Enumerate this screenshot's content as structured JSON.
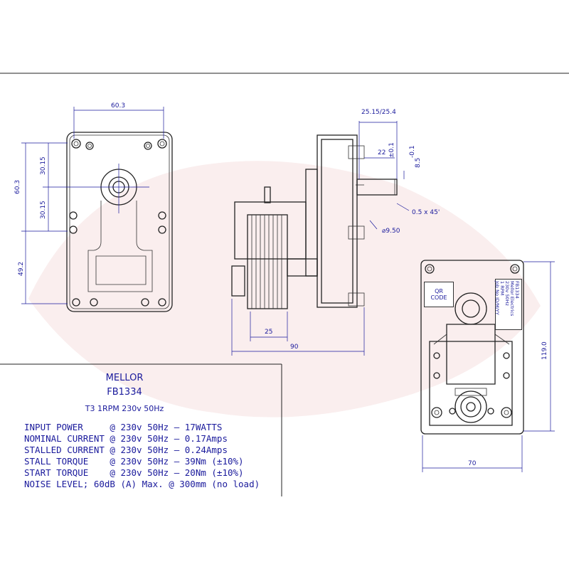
{
  "front_view": {
    "width_dim": "60.3",
    "height_dim": "60.3",
    "upper_offset_dim": "30.15",
    "lower_offset_dim": "30.15",
    "bottom_dim": "49.2"
  },
  "side_view": {
    "shaft_length_dim": "25.15/25.4",
    "shaft_flat_dim": "22",
    "shaft_flat_tol": "±0.1",
    "shaft_flat_depth_dim": "8.5",
    "shaft_flat_depth_tol": "-0.1",
    "chamfer_dim": "0.5 x 45'",
    "shaft_dia_dim": "⌀9.50",
    "motor_width_dim": "25",
    "total_length_dim": "90"
  },
  "back_view": {
    "qr_label": [
      "QR",
      "CODE"
    ],
    "height_dim": "119.0",
    "width_dim": "70",
    "sticker_lines": [
      "FB1334",
      "Mellor Electrics",
      "230v 50Hz",
      "1 RPM",
      "Job No ID/M/YY"
    ]
  },
  "spec_block": {
    "brand": "MELLOR",
    "model": "FB1334",
    "summary": "T3 1RPM 230v 50Hz",
    "lines": [
      "INPUT POWER     @ 230v 50Hz – 17WATTS",
      "NOMINAL CURRENT @ 230v 50Hz – 0.17Amps",
      "STALLED CURRENT @ 230v 50Hz – 0.24Amps",
      "STALL TORQUE    @ 230v 50Hz – 39Nm (±10%)",
      "START TORQUE    @ 230v 50Hz – 20Nm (±10%)",
      "NOISE LEVEL; 60dB (A) Max. @ 300mm (no load)"
    ]
  },
  "colors": {
    "ink": "#222222",
    "dimension": "#1a1a9c",
    "watermark": "#f6dede"
  }
}
